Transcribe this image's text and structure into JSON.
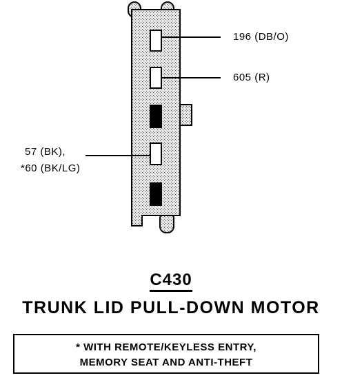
{
  "colors": {
    "connector_fill": "#d9d9d9",
    "stroke": "#000000",
    "cavity_filled": "#000000",
    "cavity_empty": "#ffffff"
  },
  "wires": [
    {
      "label": "196 (DB/O)",
      "cavity": 1
    },
    {
      "label": "605 (R)",
      "cavity": 2
    },
    {
      "label_lines": [
        "57 (BK),",
        "*60 (BK/LG)"
      ],
      "cavity": 4
    }
  ],
  "cavities": [
    {
      "index": 1,
      "state": "open"
    },
    {
      "index": 2,
      "state": "open"
    },
    {
      "index": 3,
      "state": "plugged"
    },
    {
      "index": 4,
      "state": "open"
    },
    {
      "index": 5,
      "state": "plugged"
    }
  ],
  "connector_id": "C430",
  "component": "TRUNK LID PULL-DOWN MOTOR",
  "note": {
    "line1": "* WITH REMOTE/KEYLESS ENTRY,",
    "line2": "MEMORY SEAT AND ANTI-THEFT"
  }
}
